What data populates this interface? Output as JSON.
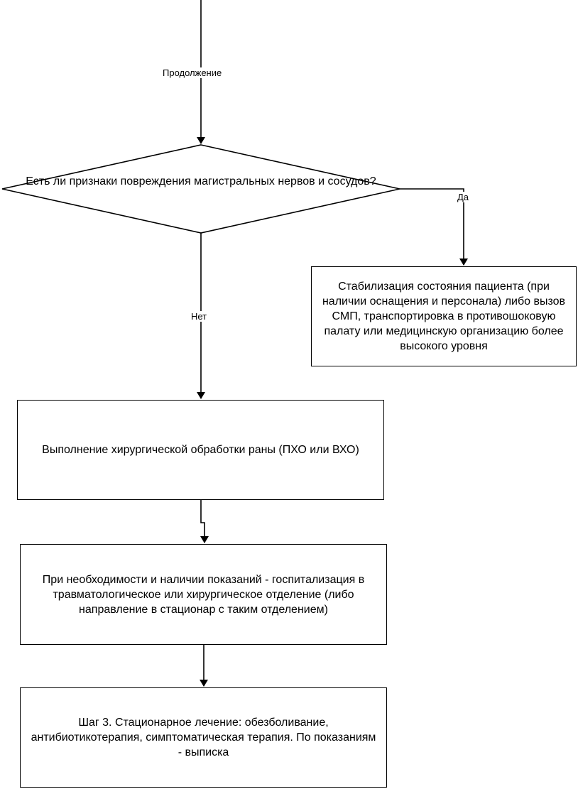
{
  "diagram": {
    "continue_label": "Продолжение",
    "decision_text": "Есть ли признаки повреждения магистральных нервов и сосудов?",
    "yes_label": "Да",
    "no_label": "Нет",
    "stabilization_text": "Стабилизация состояния пациента (при наличии оснащения и персонала) либо вызов СМП, транспортировка в противошоковую палату или медицинскую организацию более высокого уровня",
    "surgery_text": "Выполнение хирургической обработки раны (ПХО или ВХО)",
    "hospitalization_text": "При необходимости и наличии показаний  - госпитализация в травматологическое или хирургическое отделение (либо направление в стационар с таким отделением)",
    "step3_text": "Шаг 3. Стационарное лечение: обезболивание, антибиотикотерапия, симптоматическая терапия. По показаниям - выписка"
  }
}
